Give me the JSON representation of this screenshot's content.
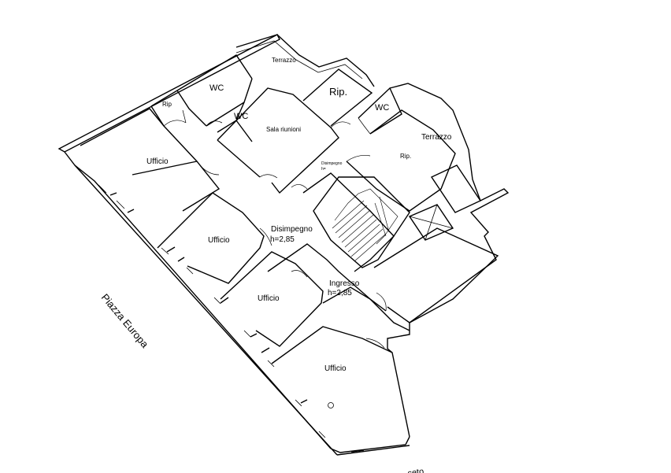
{
  "rooms": {
    "terrazzo_top": "Terrazzo",
    "wc_1": "WC",
    "wc_2": "WC",
    "rip_small": "Rip",
    "sala_riunioni": "Sala riunioni",
    "rip_large": "Rip.",
    "wc_3": "WC",
    "terrazzo_right": "Terrazzo",
    "rip_right": "Rip.",
    "disimpegno_small": "Disimpegno",
    "disimpegno_small_h": "h=",
    "ufficio_1": "Ufficio",
    "ufficio_2": "Ufficio",
    "ufficio_3": "Ufficio",
    "ufficio_4": "Ufficio",
    "disimpegno": "Disimpegno",
    "disimpegno_h": "h=2,85",
    "ingresso": "Ingresso",
    "ingresso_h": "h=2,85"
  },
  "street": {
    "name": "Piazza Europa"
  },
  "bottom_cut_text": "ceto"
}
